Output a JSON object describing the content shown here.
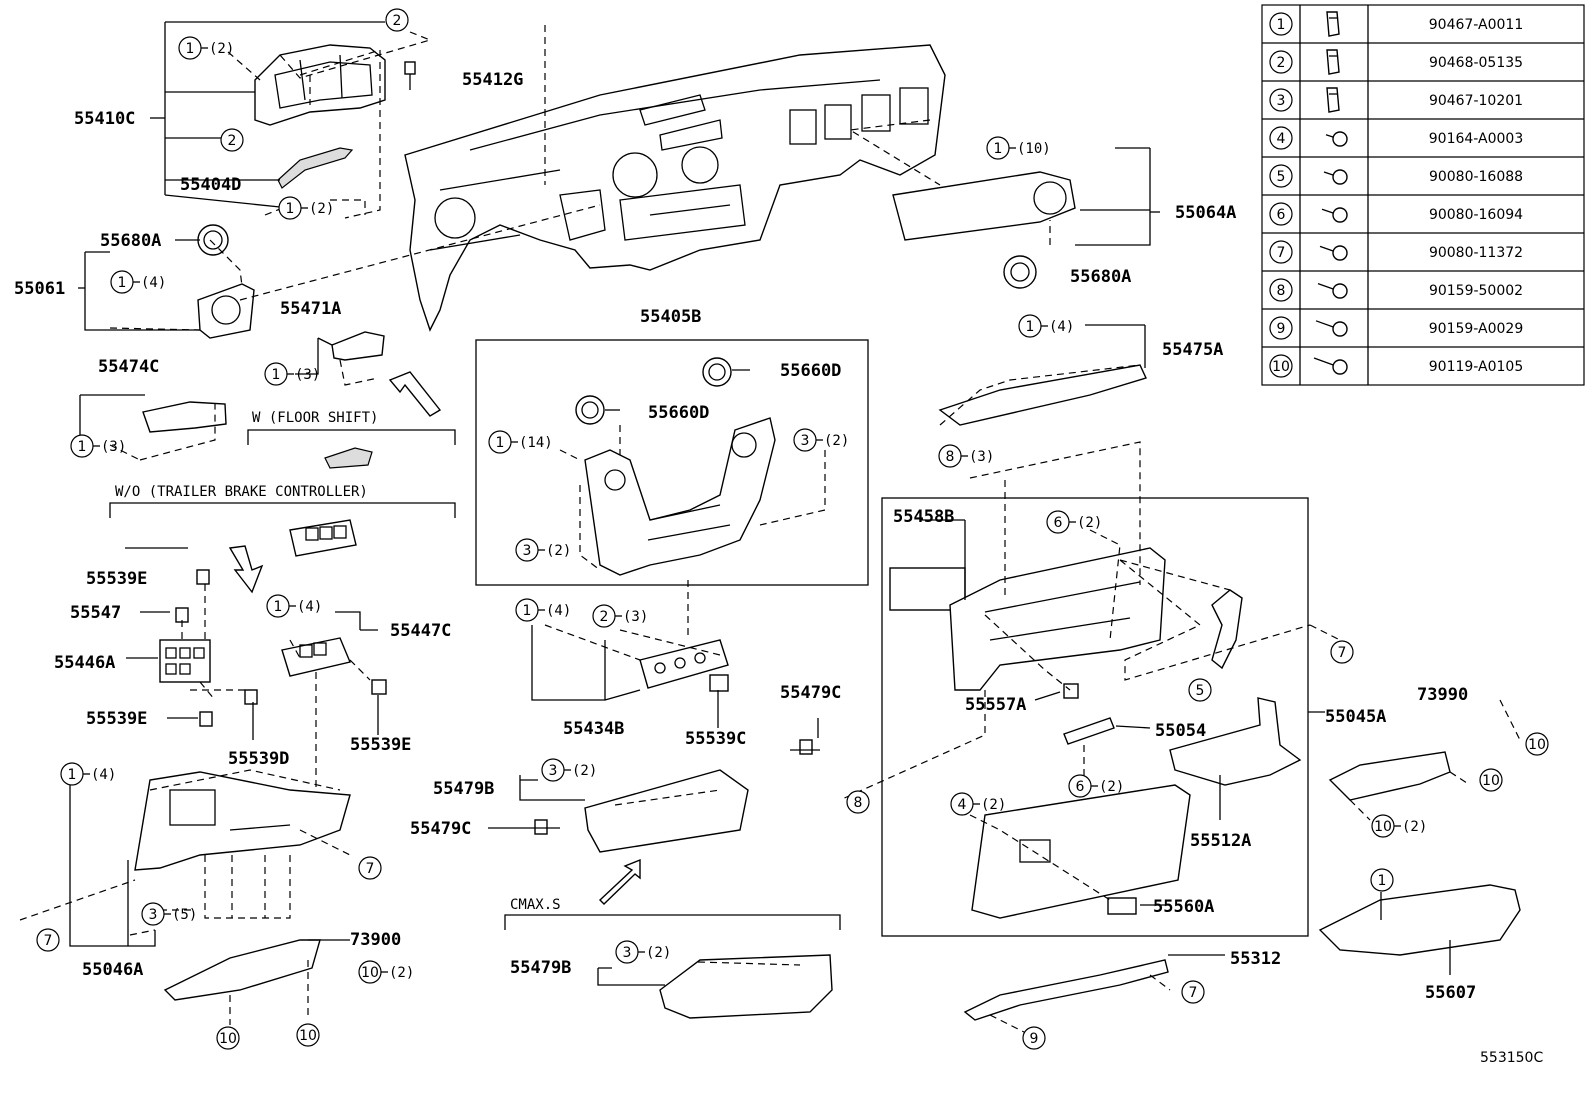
{
  "drawing_id": "553150C",
  "fastener_table": [
    {
      "n": "1",
      "part": "90467-A0011"
    },
    {
      "n": "2",
      "part": "90468-05135"
    },
    {
      "n": "3",
      "part": "90467-10201"
    },
    {
      "n": "4",
      "part": "90164-A0003"
    },
    {
      "n": "5",
      "part": "90080-16088"
    },
    {
      "n": "6",
      "part": "90080-16094"
    },
    {
      "n": "7",
      "part": "90080-11372"
    },
    {
      "n": "8",
      "part": "90159-50002"
    },
    {
      "n": "9",
      "part": "90159-A0029"
    },
    {
      "n": "10",
      "part": "90119-A0105"
    }
  ],
  "captions": {
    "floor_shift": "W (FLOOR  SHIFT)",
    "trailer_brake": "W/O (TRAILER  BRAKE  CONTROLLER)",
    "cmax": "CMAX.S"
  },
  "part_labels": [
    "55412G",
    "55410C",
    "55404D",
    "55680A",
    "55061",
    "55471A",
    "55474C",
    "55064A",
    "55680A",
    "55475A",
    "55405B",
    "55660D",
    "55660D",
    "55458B",
    "55539E",
    "55547",
    "55446A",
    "55447C",
    "55539E",
    "55539D",
    "55539E",
    "55434B",
    "55539C",
    "55479C",
    "55479B",
    "55479C",
    "55557A",
    "55054",
    "55045A",
    "73990",
    "55512A",
    "55560A",
    "55046A",
    "73900",
    "55479B",
    "55312",
    "55607"
  ],
  "callouts": [
    {
      "n": "2",
      "q": ""
    },
    {
      "n": "1",
      "q": "(2)"
    },
    {
      "n": "2",
      "q": ""
    },
    {
      "n": "1",
      "q": "(2)"
    },
    {
      "n": "1",
      "q": "(4)"
    },
    {
      "n": "1",
      "q": "(3)"
    },
    {
      "n": "1",
      "q": "(3)"
    },
    {
      "n": "1",
      "q": "(10)"
    },
    {
      "n": "1",
      "q": "(4)"
    },
    {
      "n": "1",
      "q": "(14)"
    },
    {
      "n": "3",
      "q": "(2)"
    },
    {
      "n": "3",
      "q": "(2)"
    },
    {
      "n": "8",
      "q": "(3)"
    },
    {
      "n": "6",
      "q": "(2)"
    },
    {
      "n": "1",
      "q": "(4)"
    },
    {
      "n": "1",
      "q": "(4)"
    },
    {
      "n": "2",
      "q": "(3)"
    },
    {
      "n": "7",
      "q": ""
    },
    {
      "n": "5",
      "q": ""
    },
    {
      "n": "3",
      "q": "(2)"
    },
    {
      "n": "6",
      "q": "(2)"
    },
    {
      "n": "8",
      "q": ""
    },
    {
      "n": "4",
      "q": "(2)"
    },
    {
      "n": "10",
      "q": ""
    },
    {
      "n": "10",
      "q": ""
    },
    {
      "n": "10",
      "q": "(2)"
    },
    {
      "n": "1",
      "q": "(4)"
    },
    {
      "n": "7",
      "q": ""
    },
    {
      "n": "3",
      "q": "(5)"
    },
    {
      "n": "7",
      "q": ""
    },
    {
      "n": "10",
      "q": "(2)"
    },
    {
      "n": "10",
      "q": ""
    },
    {
      "n": "10",
      "q": ""
    },
    {
      "n": "3",
      "q": "(2)"
    },
    {
      "n": "7",
      "q": ""
    },
    {
      "n": "9",
      "q": ""
    },
    {
      "n": "1",
      "q": ""
    }
  ]
}
